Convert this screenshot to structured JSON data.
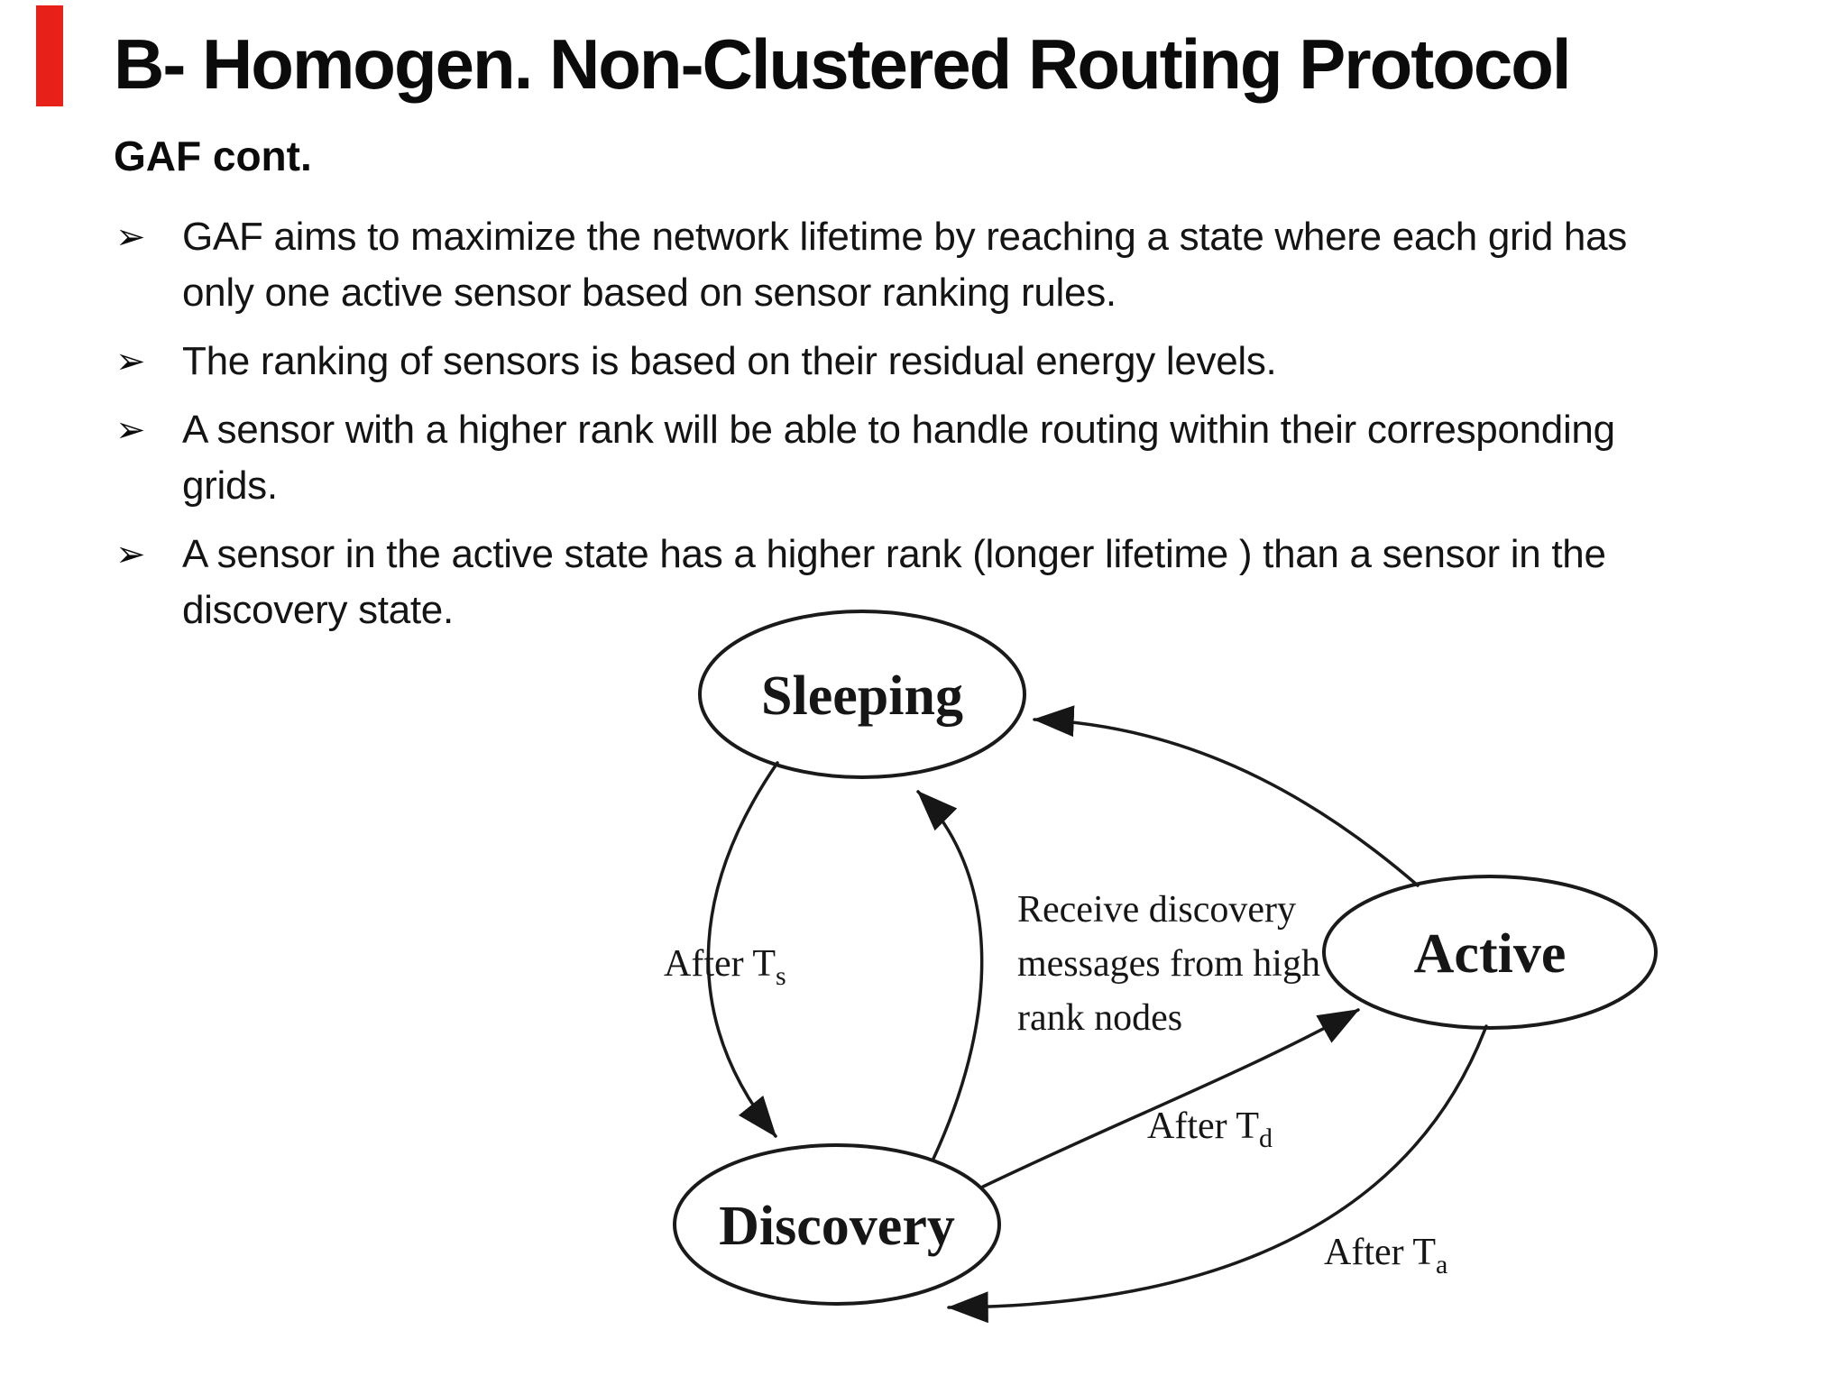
{
  "slide": {
    "accent_color": "#e8201a",
    "title": "B- Homogen. Non-Clustered Routing Protocol",
    "subtitle": "GAF cont.",
    "bullet_glyph": "➢",
    "bullets": [
      "GAF aims to maximize the network lifetime by reaching a state where each grid has only one active sensor based on sensor ranking rules.",
      "The ranking of sensors is based on their residual energy levels.",
      "A sensor with a higher rank will be able to handle routing within their corresponding grids.",
      "A sensor in the active state has a higher rank (longer lifetime ) than a sensor in the discovery state."
    ]
  },
  "diagram": {
    "states": {
      "sleeping": "Sleeping",
      "discovery": "Discovery",
      "active": "Active"
    },
    "transitions": {
      "sleeping_to_discovery": {
        "label": "After T",
        "sub": "s"
      },
      "discovery_to_sleeping": {
        "label_lines": [
          "Receive discovery",
          "messages from high",
          "rank nodes"
        ]
      },
      "discovery_to_active": {
        "label": "After T",
        "sub": "d"
      },
      "active_to_discovery": {
        "label": "After T",
        "sub": "a"
      }
    }
  }
}
